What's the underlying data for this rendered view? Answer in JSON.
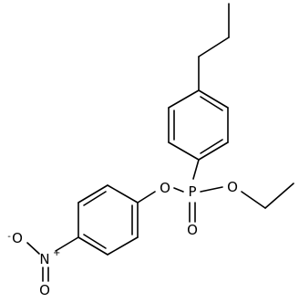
{
  "molecule": {
    "atoms": {
      "phosphorus": "P",
      "ester_oxygen_left": "O",
      "ester_oxygen_right": "O",
      "phosphoryl_oxygen": "O",
      "nitro_nitrogen": "N",
      "nitro_nitrogen_charge": "+",
      "nitro_oxygen_top": "O",
      "nitro_oxygen_top_charge": "-",
      "nitro_oxygen_bottom": "O"
    }
  }
}
